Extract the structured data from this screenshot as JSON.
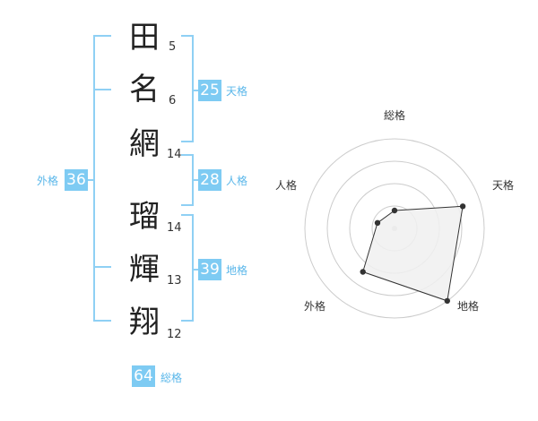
{
  "name": {
    "chars": [
      {
        "char": "田",
        "strokes": "5"
      },
      {
        "char": "名",
        "strokes": "6"
      },
      {
        "char": "網",
        "strokes": "14"
      },
      {
        "char": "瑠",
        "strokes": "14"
      },
      {
        "char": "輝",
        "strokes": "13"
      },
      {
        "char": "翔",
        "strokes": "12"
      }
    ]
  },
  "scores": {
    "tenkaku": {
      "value": "25",
      "label": "天格"
    },
    "jinkaku": {
      "value": "28",
      "label": "人格"
    },
    "chikaku": {
      "value": "39",
      "label": "地格"
    },
    "gaikaku": {
      "value": "36",
      "label": "外格"
    },
    "soukaku": {
      "value": "64",
      "label": "総格"
    }
  },
  "chart_data": {
    "type": "radar",
    "axes": [
      "総格",
      "天格",
      "地格",
      "外格",
      "人格"
    ],
    "rmax": 5,
    "values": [
      1,
      4,
      5,
      3,
      1
    ],
    "rings": 4,
    "colors": {
      "fill": "#f0f0f0",
      "stroke": "#333333",
      "grid": "#cccccc"
    }
  }
}
